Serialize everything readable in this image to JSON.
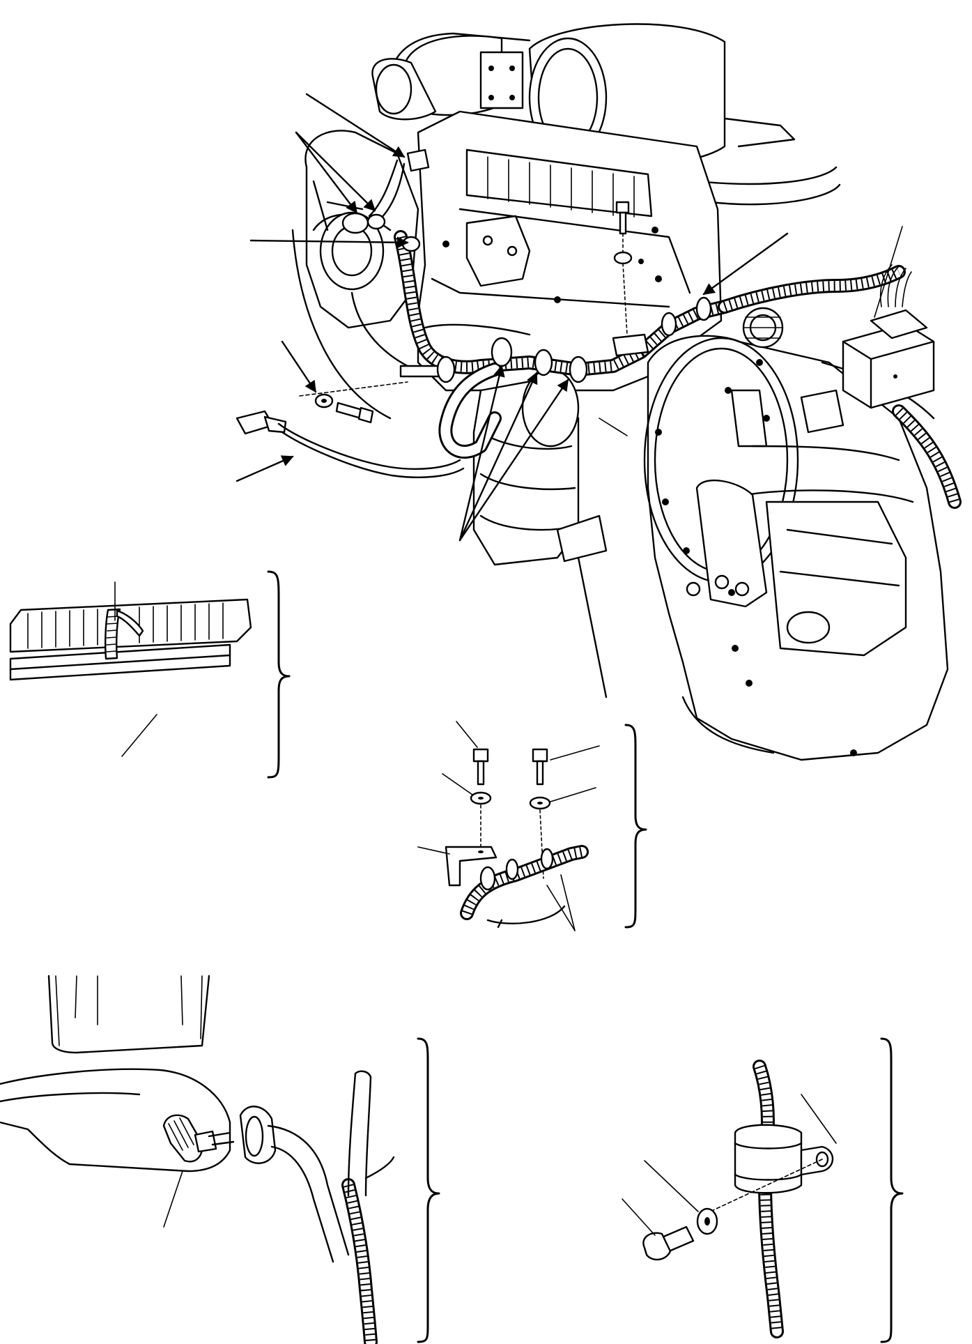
{
  "diagram": {
    "views": [
      {
        "id": "main-assembly"
      },
      {
        "id": "tie-detail"
      },
      {
        "id": "bracket-detail"
      },
      {
        "id": "connector-detail"
      },
      {
        "id": "clip-detail"
      }
    ],
    "faint_label": "",
    "colors": {
      "line": "#000000",
      "background": "#ffffff"
    }
  }
}
